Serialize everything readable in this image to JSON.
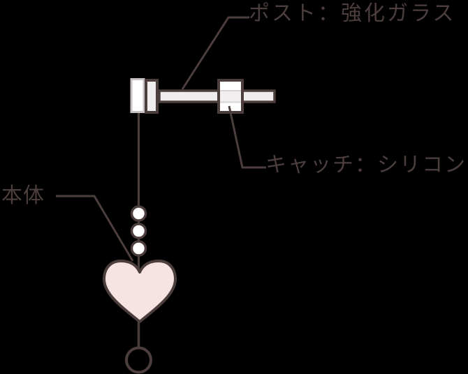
{
  "diagram": {
    "type": "product-parts-diagram",
    "subject": "heart-earring",
    "labels": {
      "post": "ポスト：強化ガラス",
      "catch": "キャッチ：シリコン",
      "body": "本体"
    },
    "colors": {
      "background": "#000000",
      "line": "#4d3e3e",
      "heart_fill": "#f8e3e3",
      "metal_fill": "#eeecec",
      "white": "#ffffff",
      "plate_border": "#c8c2c2",
      "catch_groove": "#d9d4d4",
      "catch_band": "#f1efef"
    }
  }
}
